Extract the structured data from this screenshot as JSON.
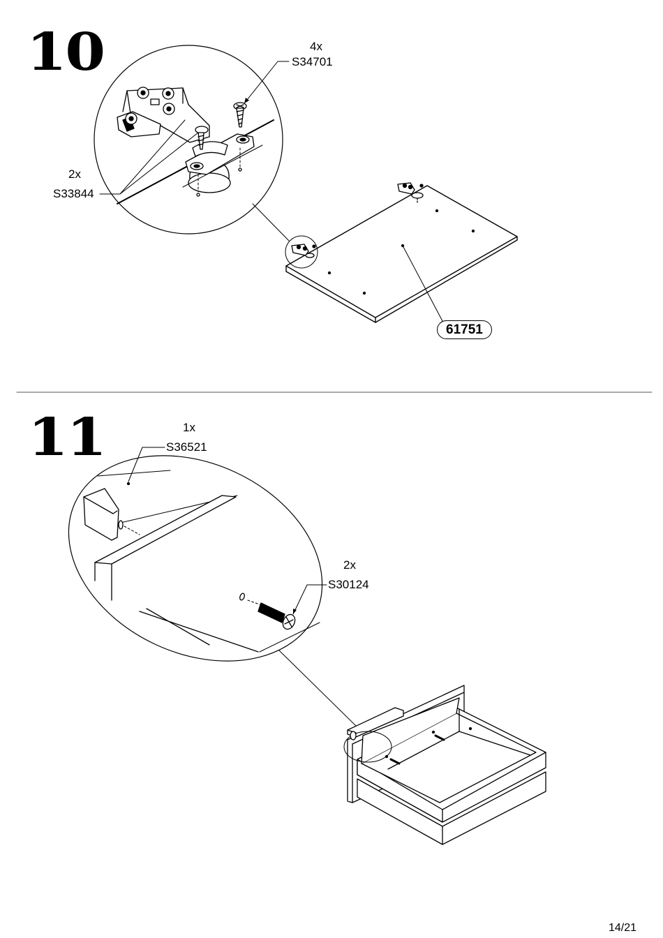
{
  "colors": {
    "ink": "#000000",
    "paper": "#ffffff",
    "rule": "#555555"
  },
  "step10": {
    "number": "10",
    "screw": {
      "qty": "4x",
      "code": "S34701"
    },
    "hinge": {
      "qty": "2x",
      "code": "S33844"
    },
    "panel_code": "61751"
  },
  "step11": {
    "number": "11",
    "bumper": {
      "qty": "1x",
      "code": "S36521"
    },
    "screw": {
      "qty": "2x",
      "code": "S30124"
    }
  },
  "footer": {
    "page": "14/21"
  }
}
